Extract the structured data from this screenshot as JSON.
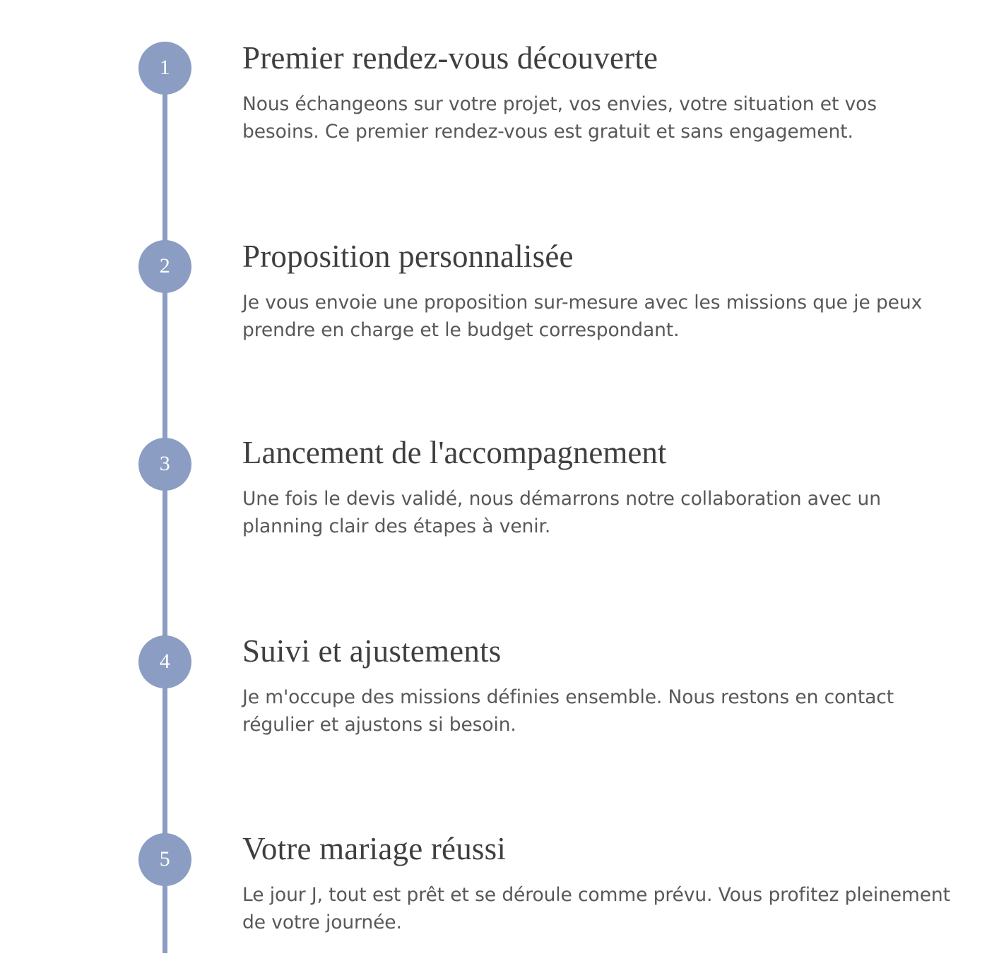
{
  "accent_color": "#8b9dc3",
  "title_color": "#3f3f42",
  "text_color": "#58585b",
  "background_color": "#ffffff",
  "timeline": {
    "steps": [
      {
        "number": "1",
        "title": "Premier rendez-vous découverte",
        "description": "Nous échangeons sur votre projet, vos envies, votre situation et vos besoins. Ce premier rendez-vous est gratuit et sans engagement."
      },
      {
        "number": "2",
        "title": "Proposition personnalisée",
        "description": "Je vous envoie une proposition sur-mesure avec les missions que je peux prendre en charge et le budget correspondant."
      },
      {
        "number": "3",
        "title": "Lancement de l'accompagnement",
        "description": "Une fois le devis validé, nous démarrons notre collaboration avec un planning clair des étapes à venir."
      },
      {
        "number": "4",
        "title": "Suivi et ajustements",
        "description": "Je m'occupe des missions définies ensemble. Nous restons en contact régulier et ajustons si besoin."
      },
      {
        "number": "5",
        "title": "Votre mariage réussi",
        "description": "Le jour J, tout est prêt et se déroule comme prévu. Vous profitez pleinement de votre journée."
      }
    ]
  }
}
